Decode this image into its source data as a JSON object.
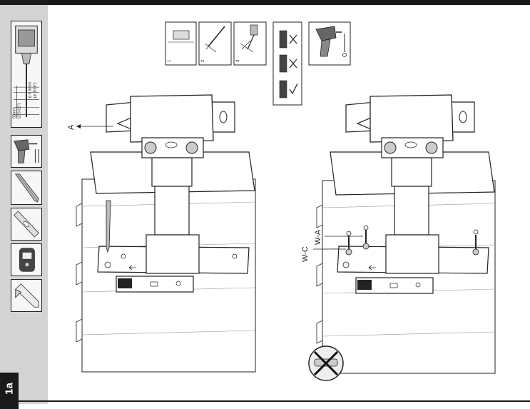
{
  "step": {
    "label": "1a"
  },
  "drill_tool": {
    "depth_mm": "58mm",
    "depth_in": "(2 5/16\")",
    "bit_mm": "ø 4.5mm",
    "bit_in": "(ø 3/16\")"
  },
  "side_tools": [
    {
      "name": "drill-icon"
    },
    {
      "name": "pencil-icon"
    },
    {
      "name": "spirit-level-icon"
    },
    {
      "name": "stud-finder-icon"
    },
    {
      "name": "square-icon"
    }
  ],
  "top_steps": [
    {
      "number": "1"
    },
    {
      "number": "2"
    },
    {
      "number": "3"
    }
  ],
  "left_figure": {
    "pointer_label": "A"
  },
  "right_figure": {
    "screw_label_1": "W-C",
    "screw_label_2": "W-A"
  }
}
